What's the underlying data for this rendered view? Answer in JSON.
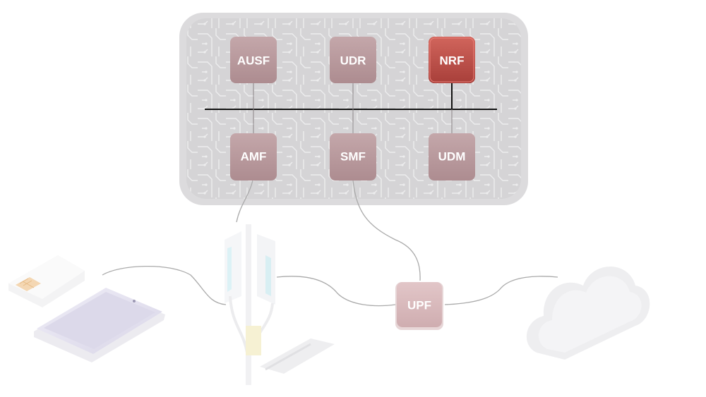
{
  "diagram": {
    "core_functions": {
      "ausf": "AUSF",
      "udr": "UDR",
      "nrf": "NRF",
      "amf": "AMF",
      "smf": "SMF",
      "udm": "UDM"
    },
    "user_plane": {
      "upf": "UPF"
    },
    "highlighted": "NRF",
    "colors": {
      "core_panel": "#d9d8da",
      "nf_box": "#b99a9d",
      "nf_highlight": "#c2564f",
      "upf_box": "#d8b9bc",
      "bus_line": "#000000",
      "link_line": "#a8a8a8"
    },
    "icons": [
      "sim-card-icon",
      "smartphone-icon",
      "antenna-tower-icon",
      "cloud-icon"
    ]
  }
}
